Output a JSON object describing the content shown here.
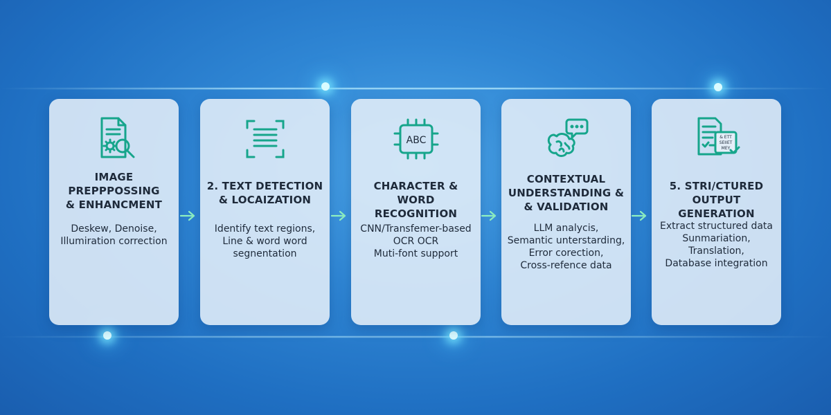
{
  "steps": [
    {
      "title_lines": [
        "IMAGE",
        "PREPPPOSSING",
        "& ENHANCMENT"
      ],
      "desc_lines": [
        "Deskew, Denoise,",
        "Illumiration correction"
      ],
      "icon": "document-magnifier-gear-icon"
    },
    {
      "title_lines": [
        "2. TEXT DETECTION",
        "& LOCAIZATION"
      ],
      "desc_lines": [
        "Identify text regions,",
        "Line & word word",
        "segnentation"
      ],
      "icon": "scan-frame-text-icon"
    },
    {
      "title_lines": [
        "CHARACTER & WORD",
        "RECOGNITION"
      ],
      "desc_lines": [
        "CNN/Transfemer-based",
        "OCR OCR",
        "Muti-font support"
      ],
      "icon": "abc-chip-icon",
      "icon_text": "ABC"
    },
    {
      "title_lines": [
        "CONTEXTUAL",
        "UNDERSTANDING &",
        "& VALIDATION"
      ],
      "desc_lines": [
        "LLM analycis,",
        "Semantic unterstarding,",
        "Error corection,",
        "Cross-refence data"
      ],
      "icon": "brain-chat-icon"
    },
    {
      "title_lines": [
        "5. STRI/CTURED OUTPUT",
        "GENERATION"
      ],
      "desc_lines": [
        "Extract structured data",
        "Sunmariation,",
        "Translation,",
        "Database integration"
      ],
      "icon": "structured-document-check-icon",
      "icon_text": [
        "& ETT",
        "SEIIET",
        "MEY"
      ]
    }
  ],
  "colors": {
    "accent_teal": "#16a58b",
    "arrow_green": "#8ff0c0",
    "title_text": "#1e2a3a"
  }
}
